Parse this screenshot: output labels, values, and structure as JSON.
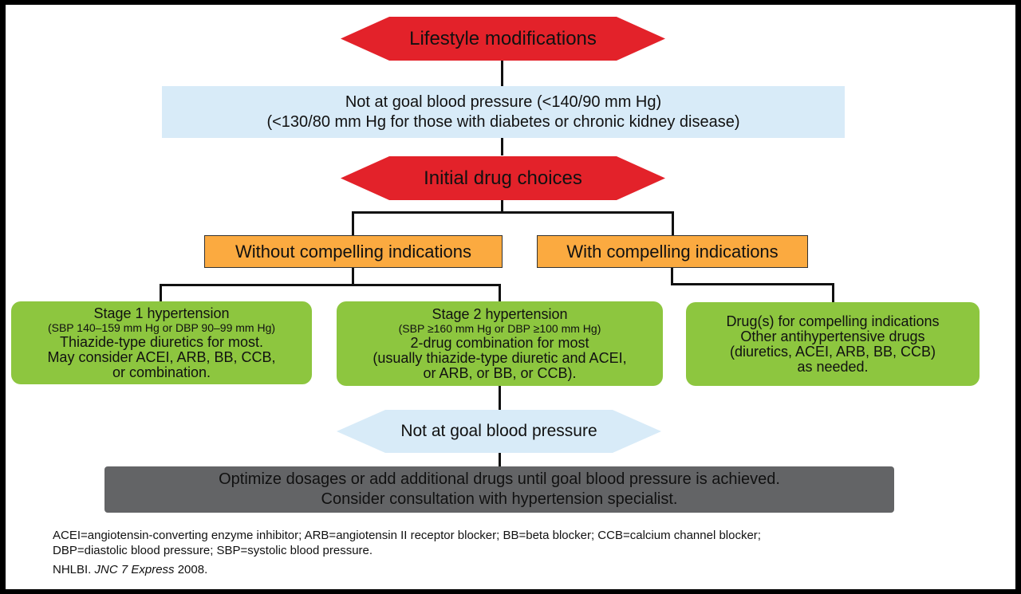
{
  "nodes": {
    "lifestyle": "Lifestyle modifications",
    "not_at_goal_1": {
      "line1": "Not at goal blood pressure (<140/90 mm Hg)",
      "line2": "(<130/80 mm Hg for those with diabetes or chronic kidney disease)"
    },
    "initial_drug": "Initial drug choices",
    "without_ci": "Without compelling indications",
    "with_ci": "With compelling indications",
    "stage1": {
      "title": "Stage 1 hypertension",
      "criteria": "(SBP 140–159 mm Hg or DBP 90–99 mm Hg)",
      "line1": "Thiazide-type diuretics for most.",
      "line2": "May consider ACEI, ARB, BB, CCB,",
      "line3": "or combination."
    },
    "stage2": {
      "title": "Stage 2 hypertension",
      "criteria": "(SBP ≥160 mm Hg or DBP ≥100 mm Hg)",
      "line1": "2-drug combination for most",
      "line2": "(usually thiazide-type diuretic and ACEI,",
      "line3": "or ARB, or BB, or CCB)."
    },
    "compelling": {
      "line1": "Drug(s) for compelling indications",
      "line2": "Other antihypertensive drugs",
      "line3": "(diuretics, ACEI, ARB, BB, CCB)",
      "line4": "as needed."
    },
    "not_at_goal_2": "Not at goal blood pressure",
    "optimize": {
      "line1": "Optimize dosages or add additional drugs until goal blood pressure is achieved.",
      "line2": "Consider consultation with hypertension specialist."
    }
  },
  "footnotes": {
    "line1": "ACEI=angiotensin-converting enzyme inhibitor; ARB=angiotensin II receptor blocker; BB=beta blocker; CCB=calcium channel blocker;",
    "line2": "DBP=diastolic blood pressure; SBP=systolic blood pressure."
  },
  "source": {
    "prefix": "NHLBI. ",
    "title": "JNC 7 Express",
    "year": " 2008."
  },
  "colors": {
    "red": "#e3222a",
    "light_blue": "#d8ebf8",
    "orange": "#fbaa40",
    "green": "#8dc63f",
    "gray": "#636466"
  }
}
